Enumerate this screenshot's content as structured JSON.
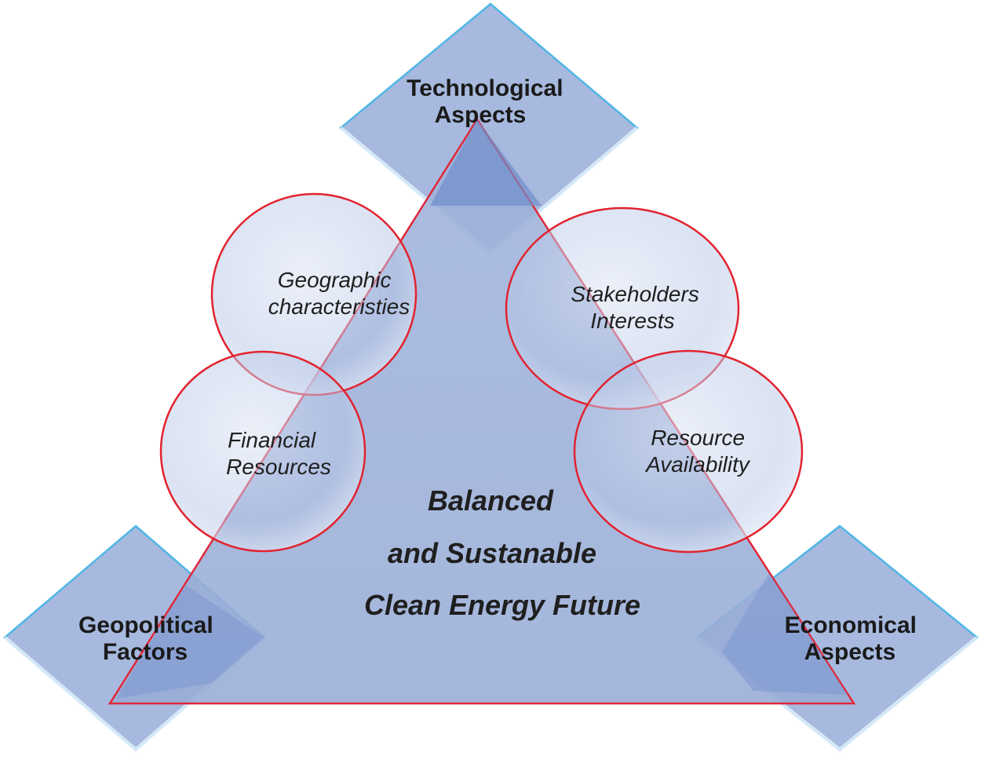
{
  "diagram": {
    "center": {
      "lines": [
        "Balanced",
        "and Sustanable",
        "Clean Energy Future"
      ]
    },
    "corners": {
      "top": {
        "lines": [
          "Technological",
          "Aspects"
        ]
      },
      "left": {
        "lines": [
          "Geopolitical",
          "Factors"
        ]
      },
      "right": {
        "lines": [
          "Economical",
          "Aspects"
        ]
      }
    },
    "circles": {
      "geographic": {
        "lines": [
          "Geographic",
          "characteristies"
        ]
      },
      "financial": {
        "lines": [
          "Financial",
          "Resources"
        ]
      },
      "stakeholders": {
        "lines": [
          "Stakeholders",
          "Interests"
        ]
      },
      "resource": {
        "lines": [
          "Resource",
          "Availability"
        ]
      }
    },
    "colors": {
      "shape_fill": "#9db1da",
      "diamond_border": "#4fb6e6",
      "triangle_border": "#e0283a",
      "circle_border": "#e2232f",
      "text": "#1a1a1a"
    }
  }
}
